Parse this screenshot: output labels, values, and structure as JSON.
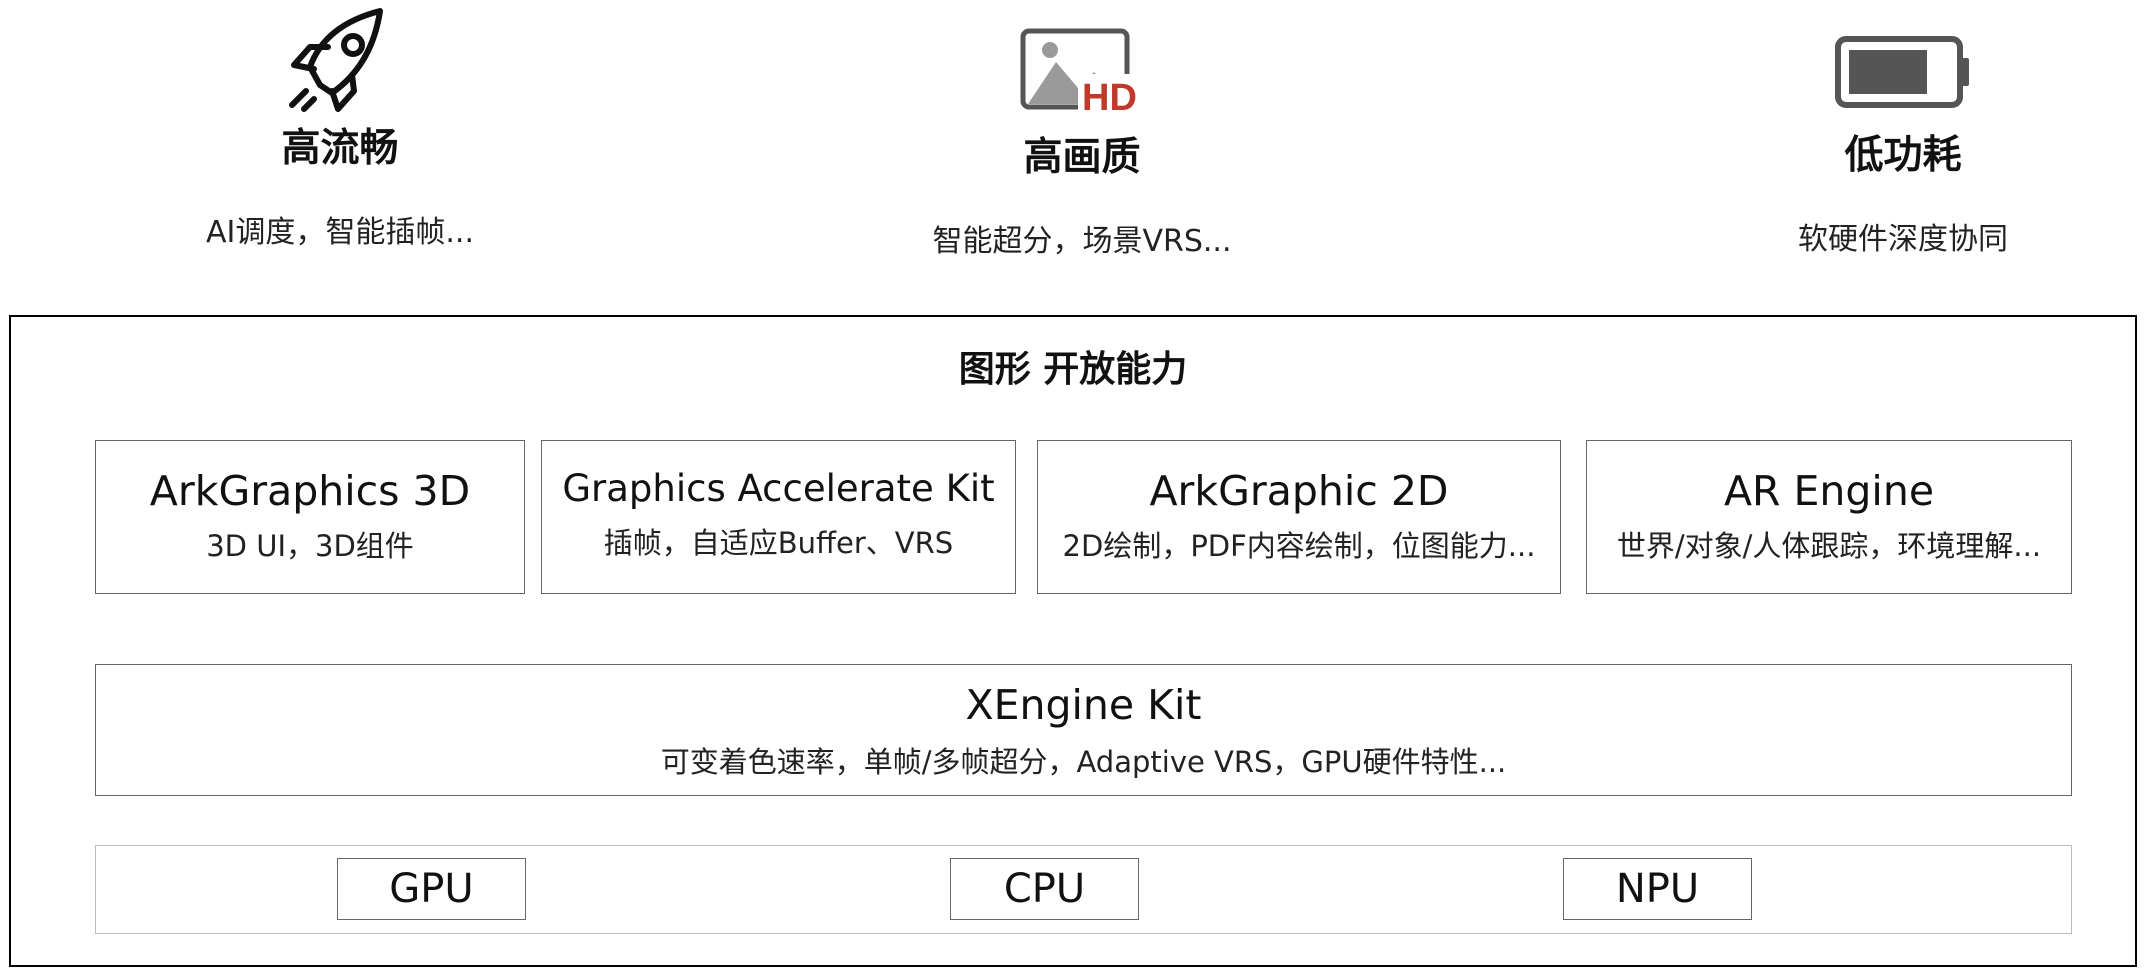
{
  "features": [
    {
      "icon": "rocket-icon",
      "title": "高流畅",
      "desc": "AI调度，智能插帧..."
    },
    {
      "icon": "hd-image-icon",
      "title": "高画质",
      "desc": "智能超分，场景VRS..."
    },
    {
      "icon": "battery-icon",
      "title": "低功耗",
      "desc": "软硬件深度协同"
    }
  ],
  "frame": {
    "title": "图形 开放能力",
    "kits": [
      {
        "title": "ArkGraphics 3D",
        "desc": "3D UI，3D组件"
      },
      {
        "title": "Graphics Accelerate Kit",
        "desc": "插帧，自适应Buffer、VRS"
      },
      {
        "title": "ArkGraphic 2D",
        "desc": "2D绘制，PDF内容绘制，位图能力..."
      },
      {
        "title": "AR Engine",
        "desc": "世界/对象/人体跟踪，环境理解..."
      }
    ],
    "xengine": {
      "title": "XEngine Kit",
      "desc": "可变着色速率，单帧/多帧超分，Adaptive VRS，GPU硬件特性..."
    },
    "hardware": [
      "GPU",
      "CPU",
      "NPU"
    ]
  },
  "colors": {
    "hd_badge": "#c0392b",
    "icon_gray": "#555555",
    "border": "#000000"
  }
}
